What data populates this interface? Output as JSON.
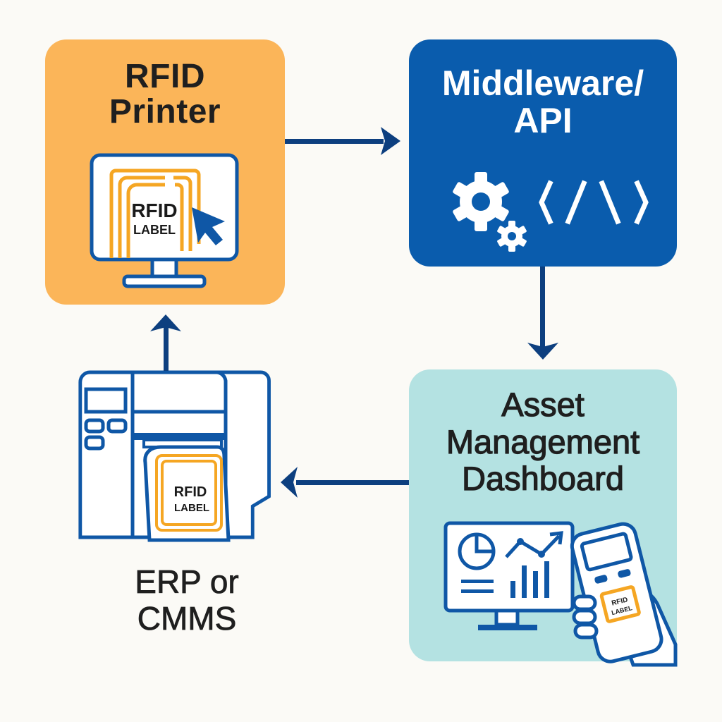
{
  "diagram": {
    "nodes": {
      "rfid_printer": {
        "title": "RFID\nPrinter",
        "icon": "monitor-with-rfid-label-and-cursor",
        "label_line1": "RFID",
        "label_line2": "LABEL",
        "color": "#fbb559"
      },
      "middleware": {
        "title": "Middleware/\nAPI",
        "icons": [
          "gears-icon",
          "code-icon"
        ],
        "code_glyph": "〈 / \\ 〉",
        "color": "#0a5cad"
      },
      "dashboard": {
        "title": "Asset\nManagement\nDashboard",
        "icons": [
          "monitor-with-charts-icon",
          "handheld-rfid-scanner-icon"
        ],
        "scanner_label_line1": "RFID",
        "scanner_label_line2": "LABEL",
        "color": "#b4e2e2"
      },
      "erp": {
        "title": "ERP or\nCMMS",
        "icon": "label-printer-icon",
        "label_line1": "RFID",
        "label_line2": "LABEL"
      }
    },
    "edges": [
      {
        "from": "RFID Printer",
        "to": "Middleware/API",
        "direction": "right"
      },
      {
        "from": "Middleware/API",
        "to": "Asset Management Dashboard",
        "direction": "down"
      },
      {
        "from": "Asset Management Dashboard",
        "to": "ERP or CMMS",
        "direction": "left"
      },
      {
        "from": "ERP or CMMS",
        "to": "RFID Printer",
        "direction": "up"
      }
    ],
    "colors": {
      "arrow": "#0d3f7f",
      "outline_blue": "#0f57a6",
      "rfid_orange": "#f5a623",
      "background": "#fbfaf6"
    }
  }
}
